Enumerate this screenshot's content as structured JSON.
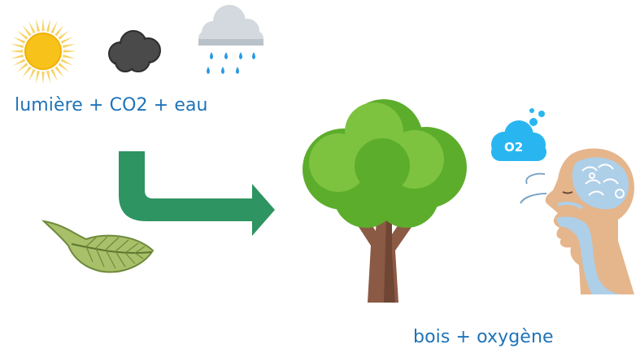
{
  "inputs": {
    "label": "lumière + CO2 + eau",
    "icons": [
      "sun-icon",
      "co2-cloud-icon",
      "rain-cloud-icon"
    ]
  },
  "process": {
    "leaf_icon": "leaf-icon",
    "arrow_icon": "arrow-icon",
    "tree_icon": "tree-icon"
  },
  "outputs": {
    "label": "bois + oxygène",
    "oxygen_cloud_text": "O2",
    "person_icon": "breathing-head-icon"
  },
  "colors": {
    "label_text": "#1f73b8",
    "arrow": "#2e9462",
    "tree_canopy": "#5cad2b",
    "tree_trunk": "#8b5a44",
    "sun": "#f7c21a",
    "oxygen_cloud": "#29b6f0",
    "rain": "#2b9ae3"
  }
}
